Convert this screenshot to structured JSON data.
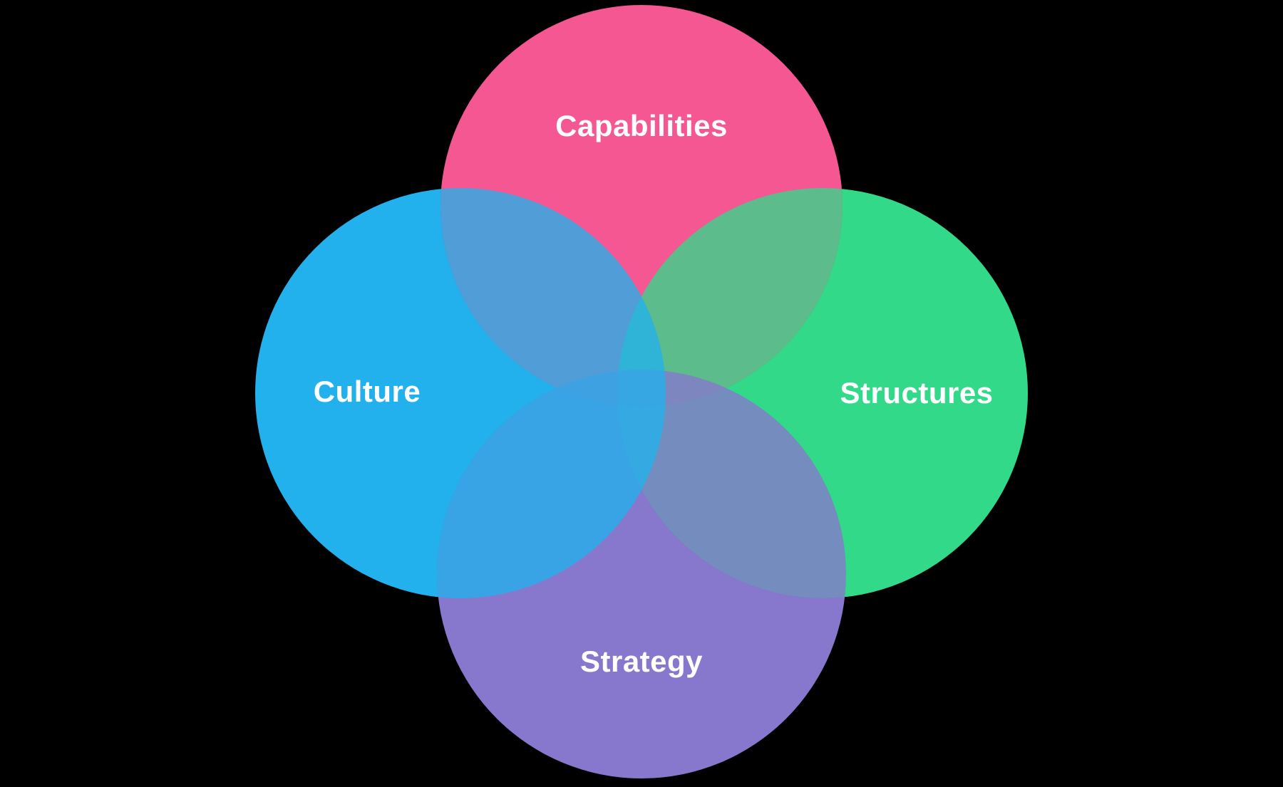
{
  "diagram": {
    "type": "venn-4-circle",
    "background_color": "#000000",
    "label_color": "#ffffff",
    "sets": [
      {
        "id": "capabilities",
        "label": "Capabilities",
        "position": "top",
        "color": "#F55793"
      },
      {
        "id": "culture",
        "label": "Culture",
        "position": "left",
        "color": "#22B1EC"
      },
      {
        "id": "structures",
        "label": "Structures",
        "position": "right",
        "color": "#32D989"
      },
      {
        "id": "strategy",
        "label": "Strategy",
        "position": "bottom",
        "color": "#8777CD"
      }
    ],
    "overlap_colors": {
      "culture_over_capabilities": "#519CD8",
      "structures_over_capabilities": "#5FB78A",
      "strategy_over_structures": "#7590BC",
      "culture_over_strategy": "#38A4E4",
      "culture_structures_capabilities": "#2FB3D6",
      "culture_structures_strategy": "#3AA9DE"
    }
  }
}
